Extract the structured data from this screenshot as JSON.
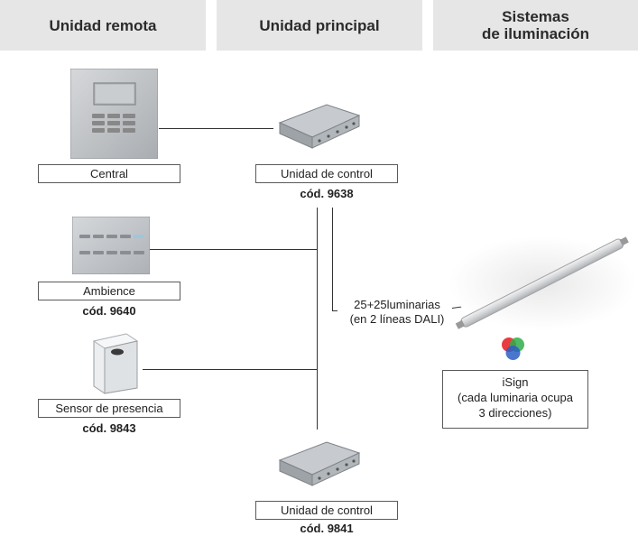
{
  "headers": {
    "remote": "Unidad remota",
    "main": "Unidad principal",
    "lighting_line1": "Sistemas",
    "lighting_line2": "de iluminación"
  },
  "remote_units": {
    "central": {
      "label": "Central"
    },
    "ambience": {
      "label": "Ambience",
      "code": "cód. 9640"
    },
    "sensor": {
      "label": "Sensor de presencia",
      "code": "cód. 9843"
    }
  },
  "main_units": {
    "top": {
      "label": "Unidad de control",
      "code": "cód. 9638"
    },
    "bottom": {
      "label": "Unidad de control",
      "code": "cód. 9841"
    }
  },
  "connection_note": {
    "line1": "25+25luminarias",
    "line2": "(en 2 líneas DALI)"
  },
  "lighting": {
    "line1": "iSign",
    "line2": "(cada luminaria ocupa",
    "line3": "3 direcciones)"
  },
  "colors": {
    "header_bg": "#e6e6e6",
    "rgb_red": "#e8262b",
    "rgb_green": "#2fae4a",
    "rgb_blue": "#2a5fc4"
  }
}
